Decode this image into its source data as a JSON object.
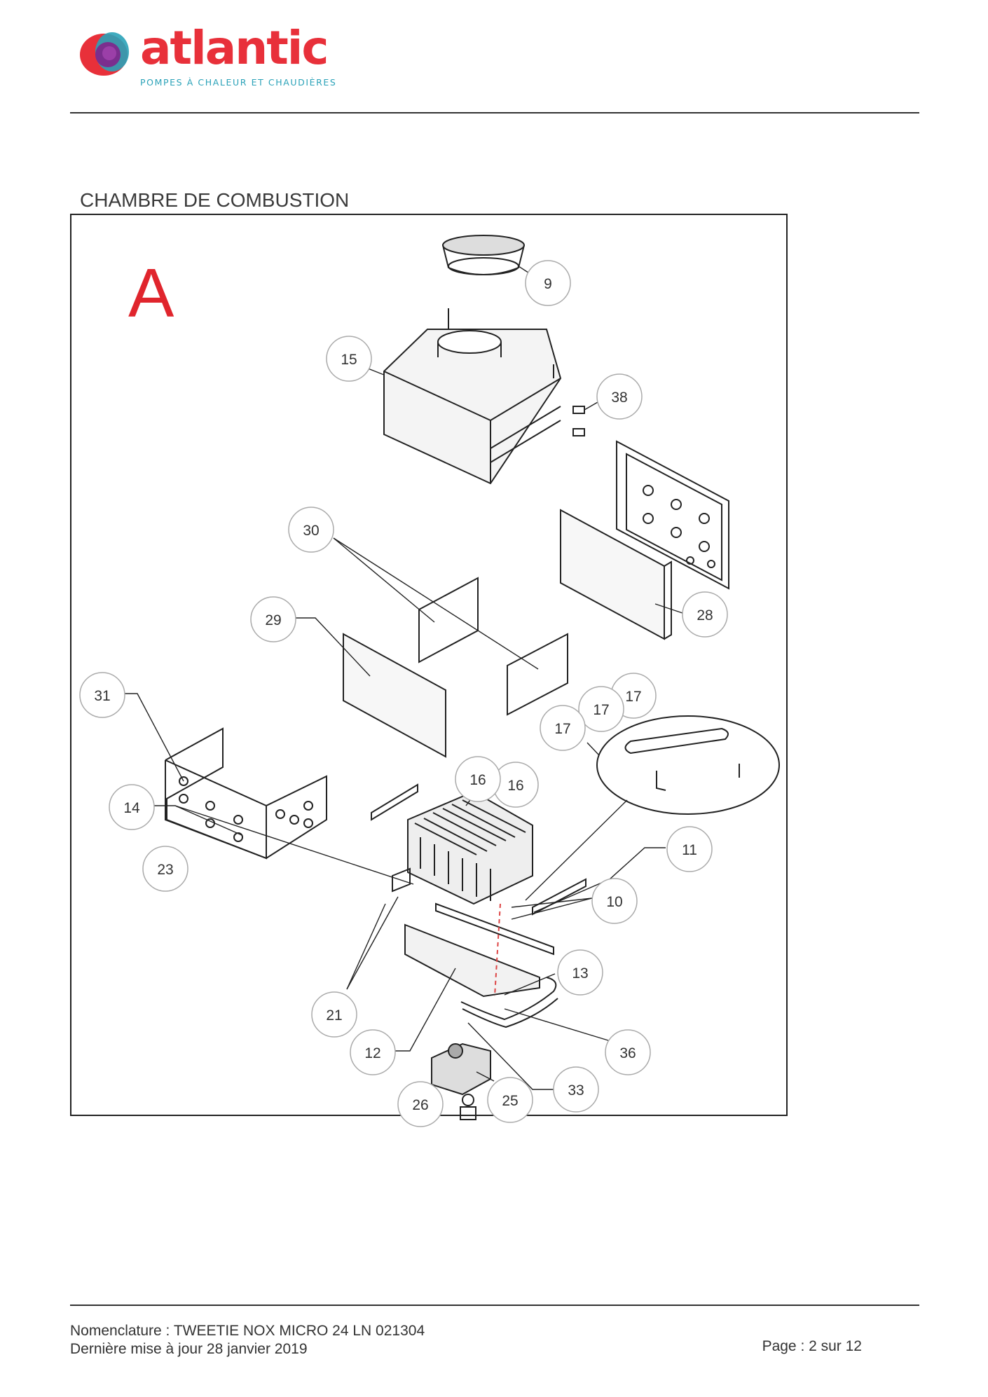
{
  "header": {
    "logo_name": "atlantic",
    "logo_tagline": "POMPES À CHALEUR ET CHAUDIÈRES",
    "brand_colors": {
      "red": "#e8303a",
      "teal": "#2aa2b8",
      "purple": "#7b2e8e"
    }
  },
  "section_title": "CHAMBRE DE COMBUSTION",
  "figure": {
    "letter": "A",
    "letter_color": "#e0252d",
    "callouts": [
      "9",
      "15",
      "38",
      "30",
      "28",
      "29",
      "31",
      "17",
      "17",
      "17",
      "16",
      "16",
      "14",
      "11",
      "23",
      "10",
      "13",
      "21",
      "12",
      "36",
      "33",
      "25",
      "26"
    ]
  },
  "footer": {
    "nomenclature": "Nomenclature : TWEETIE NOX MICRO 24 LN 021304",
    "updated": "Dernière mise à jour 28 janvier 2019",
    "page": "Page : 2 sur 12"
  }
}
